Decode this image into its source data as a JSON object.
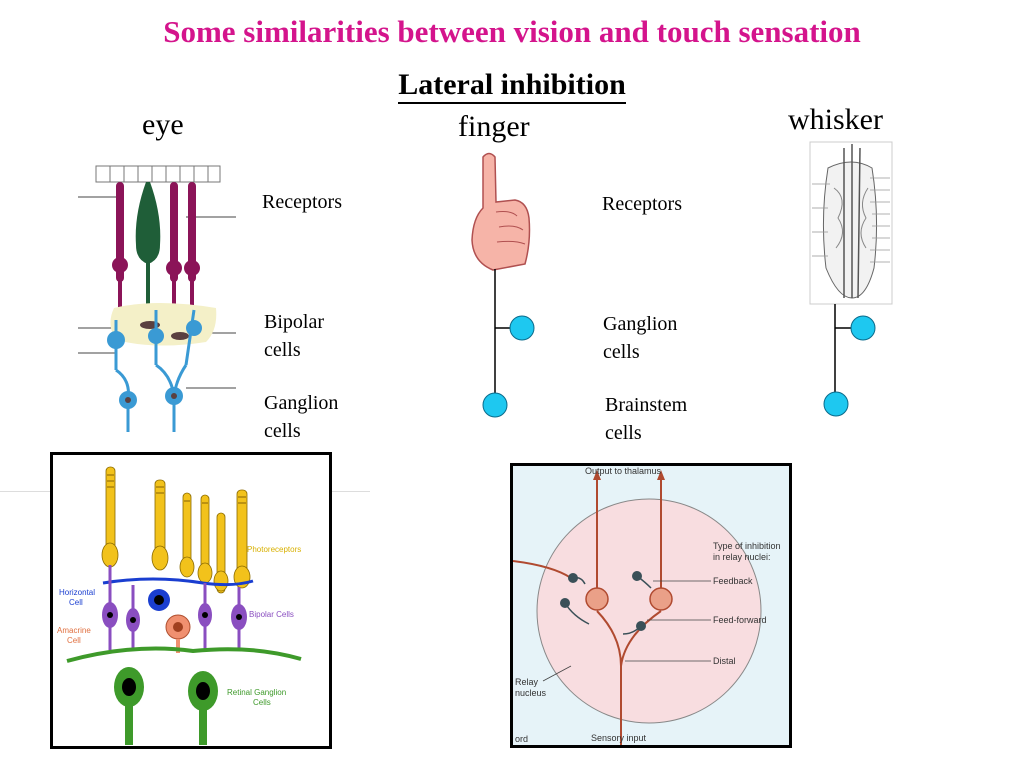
{
  "title": "Some similarities between vision and touch sensation",
  "subtitle": "Lateral inhibition",
  "columns": {
    "eye": "eye",
    "finger": "finger",
    "whisker": "whisker"
  },
  "eye_labels": {
    "receptors": "Receptors",
    "bipolar_1": "Bipolar",
    "bipolar_2": "cells",
    "ganglion_1": "Ganglion",
    "ganglion_2": "cells"
  },
  "touch_labels": {
    "receptors": "Receptors",
    "ganglion_1": "Ganglion",
    "ganglion_2": "cells",
    "brainstem_1": "Brainstem",
    "brainstem_2": "cells"
  },
  "retina_diagram": {
    "photoreceptors": "Photoreceptors",
    "horizontal_1": "Horizontal",
    "horizontal_2": "Cell",
    "amacrine_1": "Amacrine",
    "amacrine_2": "Cell",
    "bipolar": "Bipolar Cells",
    "ganglion_1": "Retinal Ganglion",
    "ganglion_2": "Cells"
  },
  "relay_diagram": {
    "output": "Output to thalamus",
    "type_1": "Type of inhibition",
    "type_2": "in relay nuclei:",
    "feedback": "Feedback",
    "feed_forward": "Feed-forward",
    "distal": "Distal",
    "relay_1": "Relay",
    "relay_2": "nucleus",
    "sensory": "Sensory input",
    "cord": "ord"
  },
  "colors": {
    "title": "#d4148c",
    "receptor": "#8b1458",
    "cone": "#1f5e38",
    "bipolar": "#3a9ad4",
    "node": "#1ec8f0",
    "cytoplasm": "#f4f0c8",
    "photoreceptor": "#f2c21b",
    "bipolar_cell": "#8a4ec0",
    "horizontal_cell": "#1a3ed0",
    "amacrine_cell": "#f09070",
    "ganglion_cell": "#3e9a2a",
    "relay_bg": "#f8dde0",
    "relay_fiber": "#b04a30"
  }
}
